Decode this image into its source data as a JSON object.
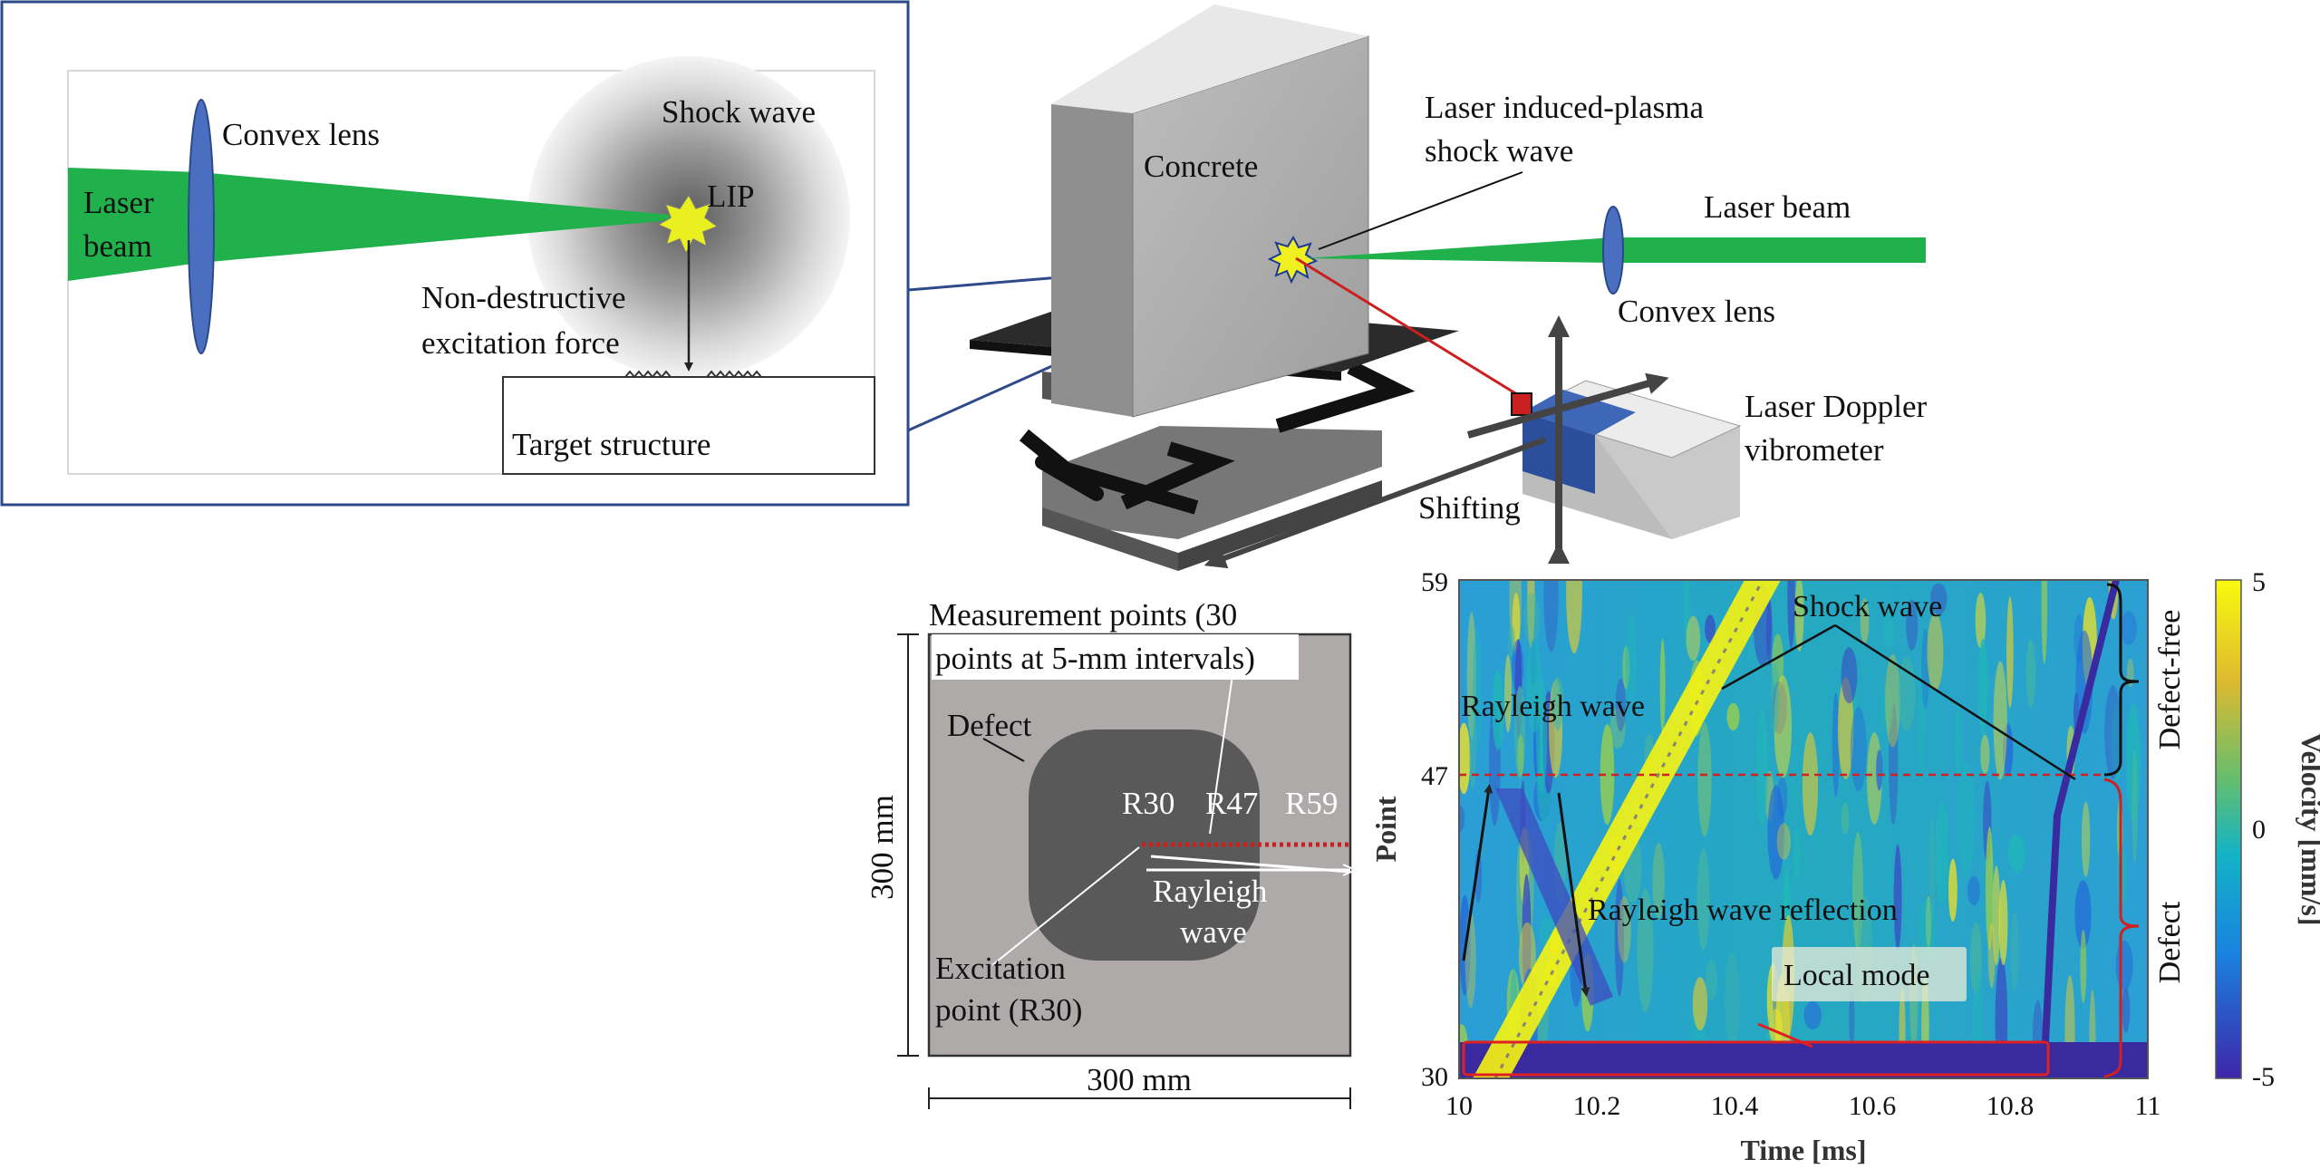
{
  "inset": {
    "laser_beam": [
      "Laser",
      "beam"
    ],
    "convex_lens": "Convex lens",
    "shock_wave": "Shock wave",
    "lip": "LIP",
    "excitation": [
      "Non-destructive",
      "excitation force"
    ],
    "target": "Target structure"
  },
  "setup": {
    "concrete": "Concrete",
    "plasma": [
      "Laser induced-plasma",
      "shock wave"
    ],
    "laser_beam": "Laser beam",
    "convex_lens": "Convex lens",
    "ldv": [
      "Laser Doppler",
      "vibrometer"
    ],
    "shifting": "Shifting"
  },
  "specimen": {
    "measurement": [
      "Measurement points (30",
      "points at 5-mm intervals)"
    ],
    "defect": "Defect",
    "r30": "R30",
    "r47": "R47",
    "r59": "R59",
    "rayleigh": [
      "Rayleigh",
      "wave"
    ],
    "excitation": [
      "Excitation",
      "point (R30)"
    ],
    "dim_vertical": "300 mm",
    "dim_horizontal": "300 mm"
  },
  "plot": {
    "ylabel": "Point",
    "xlabel": "Time [ms]",
    "yticks": [
      "59",
      "47",
      "30"
    ],
    "xticks": [
      "10",
      "10.2",
      "10.4",
      "10.6",
      "10.8",
      "11"
    ],
    "cbar_label": "Velocity [mm/s]",
    "cbar_ticks": [
      "5",
      "0",
      "-5"
    ],
    "annotations": {
      "shock": "Shock wave",
      "rayleigh": "Rayleigh wave",
      "reflection": "Rayleigh wave reflection",
      "local": "Local mode",
      "defect_free": "Defect-free",
      "defect": "Defect"
    }
  }
}
